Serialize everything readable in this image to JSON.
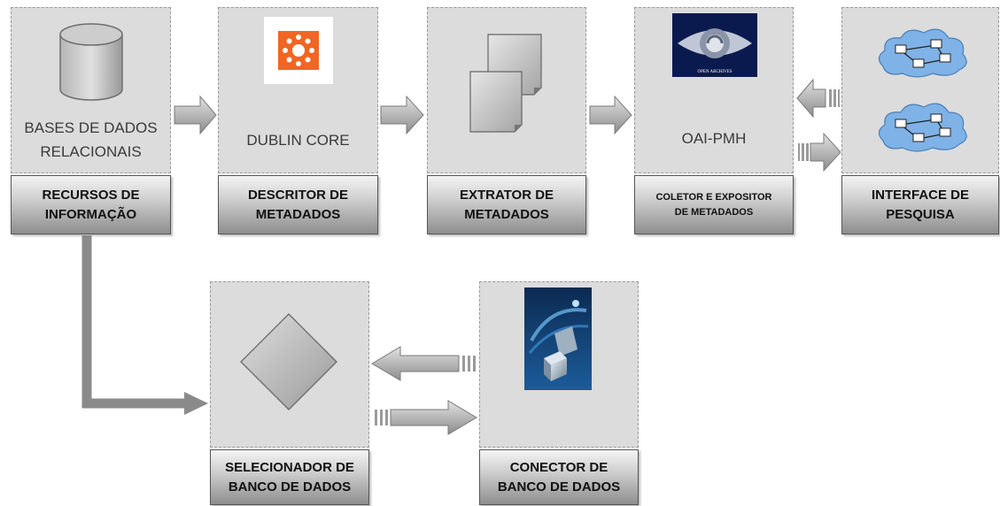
{
  "modules": {
    "recursos": {
      "content_text": "BASES DE DADOS\nRELACIONAIS",
      "caption": "RECURSOS DE\nINFORMAÇÃO"
    },
    "descritor": {
      "content_text": "DUBLIN CORE",
      "caption": "DESCRITOR DE\nMETADADOS"
    },
    "extrator": {
      "caption": "EXTRATOR DE\nMETADADOS"
    },
    "coletor": {
      "content_text": "OAI-PMH",
      "caption": "COLETOR E EXPOSITOR\nDE METADADOS",
      "logo_text": "OPEN ARCHIVES"
    },
    "interface": {
      "caption": "INTERFACE DE\nPESQUISA"
    },
    "selecionador": {
      "caption": "SELECIONADOR DE\nBANCO DE DADOS"
    },
    "conector": {
      "caption": "CONECTOR DE\nBANCO DE DADOS"
    }
  },
  "icons": {
    "recursos": "database-cylinder-icon",
    "descritor": "dublin-core-logo-icon",
    "extrator": "stacked-documents-icon",
    "coletor": "open-archives-eye-logo-icon",
    "interface": "network-cloud-icon",
    "selecionador": "diamond-decision-icon",
    "conector": "database-connector-image-icon"
  },
  "colors": {
    "box_fill": "#dcdcdc",
    "arrow_fill": "#a8a8a8",
    "connector_line": "#8a8a8a",
    "dublin_core_orange": "#f26522",
    "oai_navy": "#0b1a4e",
    "cloud_blue": "#7fb2e6"
  }
}
